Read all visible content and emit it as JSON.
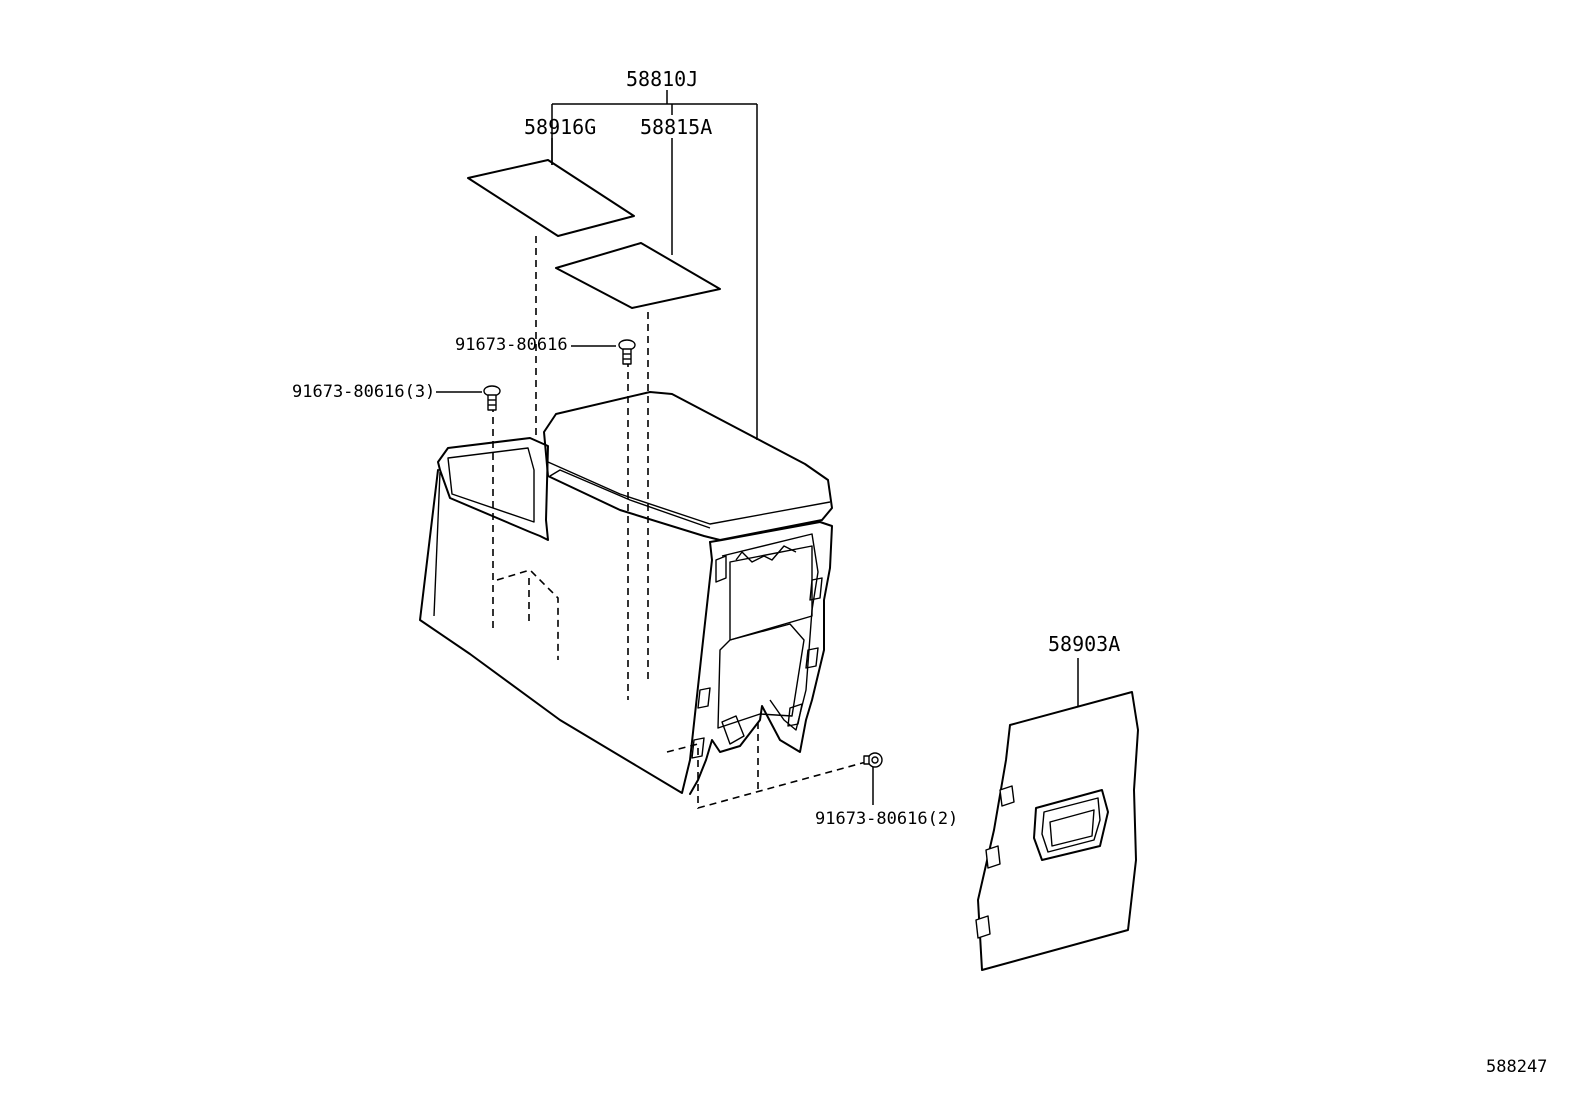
{
  "labels": {
    "assembly": "58810J",
    "pad_upper": "58916G",
    "pad_lower": "58815A",
    "screw_top": "91673-80616",
    "screw_left": "91673-80616(3)",
    "screw_bottom": "91673-80616(2)",
    "rear_panel": "58903A",
    "diagram_id": "588247"
  }
}
